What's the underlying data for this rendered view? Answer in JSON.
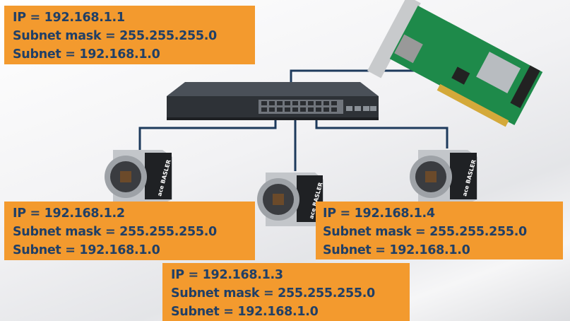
{
  "hosts": [
    {
      "ip": "IP = 192.168.1.1",
      "mask": "Subnet mask = 255.255.255.0",
      "subnet": "Subnet = 192.168.1.0"
    },
    {
      "ip": "IP = 192.168.1.2",
      "mask": "Subnet mask = 255.255.255.0",
      "subnet": "Subnet = 192.168.1.0"
    },
    {
      "ip": "IP = 192.168.1.4",
      "mask": "Subnet mask = 255.255.255.0",
      "subnet": "Subnet = 192.168.1.0"
    },
    {
      "ip": "IP = 192.168.1.3",
      "mask": "Subnet mask = 255.255.255.0",
      "subnet": "Subnet = 192.168.1.0"
    }
  ],
  "camera_brand": "ace BASLER",
  "colors": {
    "box": "#f39a2e",
    "text": "#203f66",
    "cable": "#1d3a5c"
  }
}
